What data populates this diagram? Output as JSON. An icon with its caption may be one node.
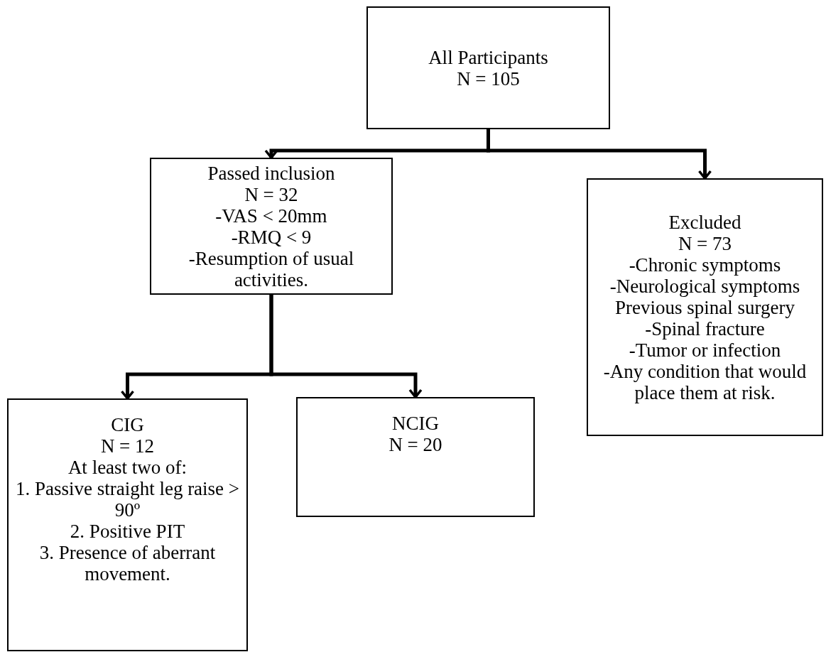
{
  "diagram": {
    "nodes": [
      {
        "text": [
          "All Participants",
          "N = 105"
        ]
      },
      {
        "text": [
          "Passed inclusion",
          "N = 32",
          "-VAS < 20mm",
          "-RMQ < 9",
          "-Resumption of usual activities."
        ]
      },
      {
        "text": [
          "Excluded",
          "N = 73",
          "-Chronic symptoms",
          "-Neurological symptoms",
          "Previous spinal surgery",
          "-Spinal fracture",
          "-Tumor or infection",
          "-Any condition that would place them at risk."
        ]
      },
      {
        "text": [
          "CIG",
          "N = 12",
          "At least two of:",
          "1. Passive straight leg raise > 90º",
          "2. Positive PIT",
          "3. Presence of aberrant movement."
        ]
      },
      {
        "text": [
          "NCIG",
          "N = 20"
        ]
      }
    ],
    "edges": [
      {
        "from": 0,
        "to": 1,
        "arrow": "to"
      },
      {
        "from": 0,
        "to": 2,
        "arrow": "to"
      },
      {
        "from": 1,
        "to": 3,
        "arrow": "to"
      },
      {
        "from": 1,
        "to": 4,
        "arrow": "to"
      }
    ]
  }
}
